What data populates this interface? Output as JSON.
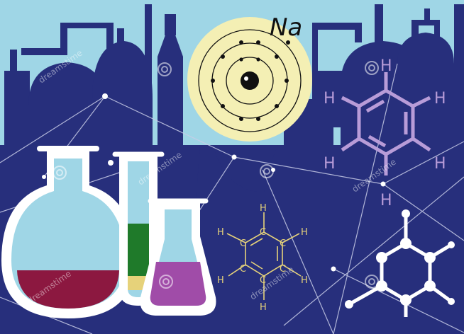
{
  "colors": {
    "sky": "#9fd6e6",
    "factory": "#272f7c",
    "sun": "#f4efb4",
    "grid_line": "#c9cde8",
    "white": "#ffffff",
    "flask_liquid": "#8c1840",
    "tube_liquid": "#1f7a2a",
    "erlenmeyer_liquid": "#a04ca8",
    "benzene_big": "#b89cd8",
    "benzene_small": "#e6d27a",
    "atom": "#111111"
  },
  "atom": {
    "symbol": "Na"
  },
  "benzene_large": {
    "labels": {
      "h1": "H",
      "h2": "H",
      "h3": "H",
      "h4": "H",
      "h5": "H",
      "h6": "H"
    }
  },
  "benzene_small": {
    "carbons": {
      "c1": "C",
      "c2": "C",
      "c3": "C",
      "c4": "C",
      "c5": "C",
      "c6": "C"
    },
    "hydrogens": {
      "h1": "H",
      "h2": "H",
      "h3": "H",
      "h4": "H",
      "h5": "H",
      "h6": "H"
    }
  },
  "watermark": {
    "text": "dreamstime"
  }
}
